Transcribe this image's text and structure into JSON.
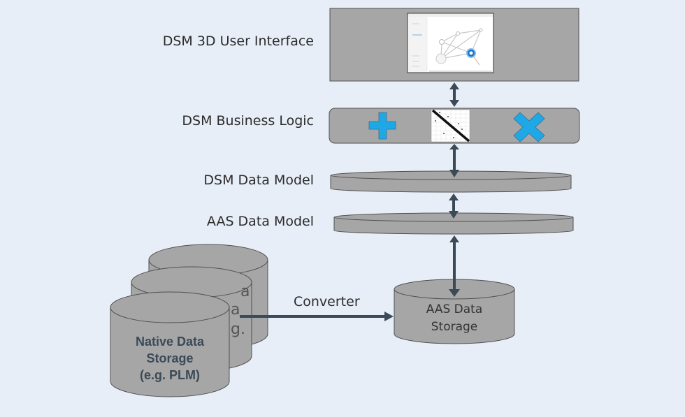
{
  "layers": {
    "ui": {
      "label": "DSM 3D User Interface"
    },
    "business_logic": {
      "label": "DSM Business Logic",
      "icons": [
        "plus-icon",
        "dsm-matrix-icon",
        "cross-icon"
      ]
    },
    "dsm_data_model": {
      "label": "DSM Data Model"
    },
    "aas_data_model": {
      "label": "AAS Data Model"
    }
  },
  "storage": {
    "native": {
      "line1": "Native Data",
      "line2": "Storage",
      "line3": "(e.g. PLM)",
      "ghost_fragments": [
        "a",
        "a",
        "g."
      ]
    },
    "aas": {
      "line1": "AAS Data",
      "line2": "Storage"
    }
  },
  "connector": {
    "converter_label": "Converter"
  },
  "colors": {
    "background": "#e8eef8",
    "shape_fill": "#a6a6a6",
    "shape_stroke": "#505050",
    "arrow": "#3b4a57",
    "icon_accent": "#1fa8e6"
  }
}
